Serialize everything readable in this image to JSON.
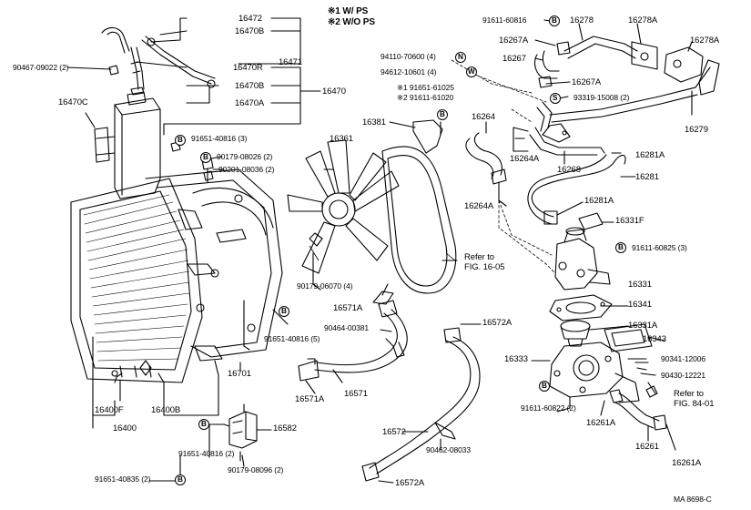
{
  "legend": {
    "line1": "※1 W/ PS",
    "line2": "※2 W/O PS"
  },
  "code": "MA 8698-C",
  "labels": {
    "p16472": "16472",
    "p16470B_a": "16470B",
    "p16471": "16471",
    "p16470R": "16470R",
    "p16470B_b": "16470B",
    "p16470A": "16470A",
    "p16470": "16470",
    "p90467": "90467-09022 (2)",
    "p16470C": "16470C",
    "p91651_40816_3": "91651-40816 (3)",
    "p90179_08026": "90179-08026 (2)",
    "p90201_08036": "90201-08036 (2)",
    "p16361": "16361",
    "p16381": "16381",
    "p94110": "94110-70600 (4)",
    "p94612": "94612-10601 (4)",
    "p91651_61025": "※1 91651-61025",
    "p91611_61020": "※2 91611-61020",
    "p91611_60816": "91611-60816",
    "p16278": "16278",
    "p16278A_a": "16278A",
    "p16278A_b": "16278A",
    "p16267A_a": "16267A",
    "p16267": "16267",
    "p16267A_b": "16267A",
    "p93319": "93319-15008 (2)",
    "p16279": "16279",
    "p16264": "16264",
    "p16264A_a": "16264A",
    "p16268": "16268",
    "p16281A_a": "16281A",
    "p16281": "16281",
    "p16264A_b": "16264A",
    "p16281A_b": "16281A",
    "p16331F": "16331F",
    "p91611_60825": "91611-60825 (3)",
    "refer_16_a": "Refer to",
    "refer_16_b": "FIG. 16-05",
    "p90179_06070": "90179-06070 (4)",
    "p16571A_a": "16571A",
    "p16331": "16331",
    "p16341": "16341",
    "p90464": "90464-00381",
    "p16572A_a": "16572A",
    "p16331A": "16331A",
    "p16343": "16343",
    "p91651_40816_5": "91651-40816 (5)",
    "p16333": "16333",
    "p90341": "90341-12006",
    "p90430": "90430-12221",
    "p16701": "16701",
    "p16571A_b": "16571A",
    "p16571": "16571",
    "refer_84_a": "Refer to",
    "refer_84_b": "FIG. 84-01",
    "p16400F": "16400F",
    "p16400B": "16400B",
    "p16400": "16400",
    "p91611_60822": "91611-60822 (2)",
    "p16261A_a": "16261A",
    "p16261": "16261",
    "p16261A_b": "16261A",
    "p16582": "16582",
    "p16572": "16572",
    "p90462": "90462-08033",
    "p91651_40816_2": "91651-40816 (2)",
    "p90179_08096": "90179-08096 (2)",
    "p91651_40835": "91651-40835 (2)",
    "p16572A_b": "16572A"
  },
  "badges": {
    "B": "B",
    "N": "N",
    "W": "W",
    "S": "S"
  }
}
